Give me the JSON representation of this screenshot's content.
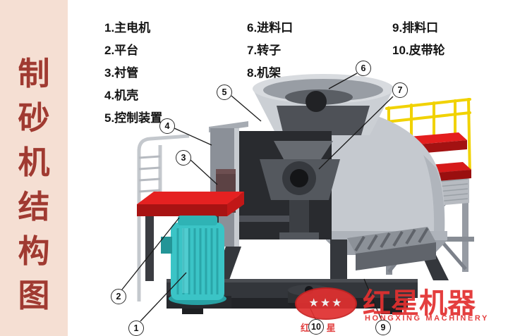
{
  "sidebar": {
    "bg": "#f5dfd3",
    "text_color": "#a03a31",
    "chars": [
      "制",
      "砂",
      "机",
      "结",
      "构",
      "图"
    ]
  },
  "legend": {
    "col1": [
      "1.主电机",
      "2.平台",
      "3.衬管",
      "4.机壳",
      "5.控制装置"
    ],
    "col2": [
      "6.进料口",
      "7.转子",
      "8.机架"
    ],
    "col3": [
      "9.排料口",
      "10.皮带轮"
    ]
  },
  "callouts": [
    {
      "num": "1",
      "part": "主电机"
    },
    {
      "num": "2",
      "part": "平台"
    },
    {
      "num": "3",
      "part": "衬管"
    },
    {
      "num": "4",
      "part": "机壳"
    },
    {
      "num": "5",
      "part": "控制装置"
    },
    {
      "num": "6",
      "part": "进料口"
    },
    {
      "num": "7",
      "part": "转子"
    },
    {
      "num": "9",
      "part": "排料口"
    },
    {
      "num": "10",
      "part": "皮带轮"
    }
  ],
  "watermark": {
    "brand": "红星机器",
    "brand_en": "HONGXING MACHINERY",
    "logo_chars": "红 星",
    "stars": "★★★",
    "color": "#e23030"
  },
  "colors": {
    "platform_red": "#e52121",
    "motor_teal": "#3bc4c6",
    "railing_yellow": "#f1d200",
    "machine_grey": "#c5c9cf",
    "dark_interior": "#292b2f",
    "sidebar_bg": "#f5dfd3",
    "sidebar_text": "#a03a31"
  }
}
